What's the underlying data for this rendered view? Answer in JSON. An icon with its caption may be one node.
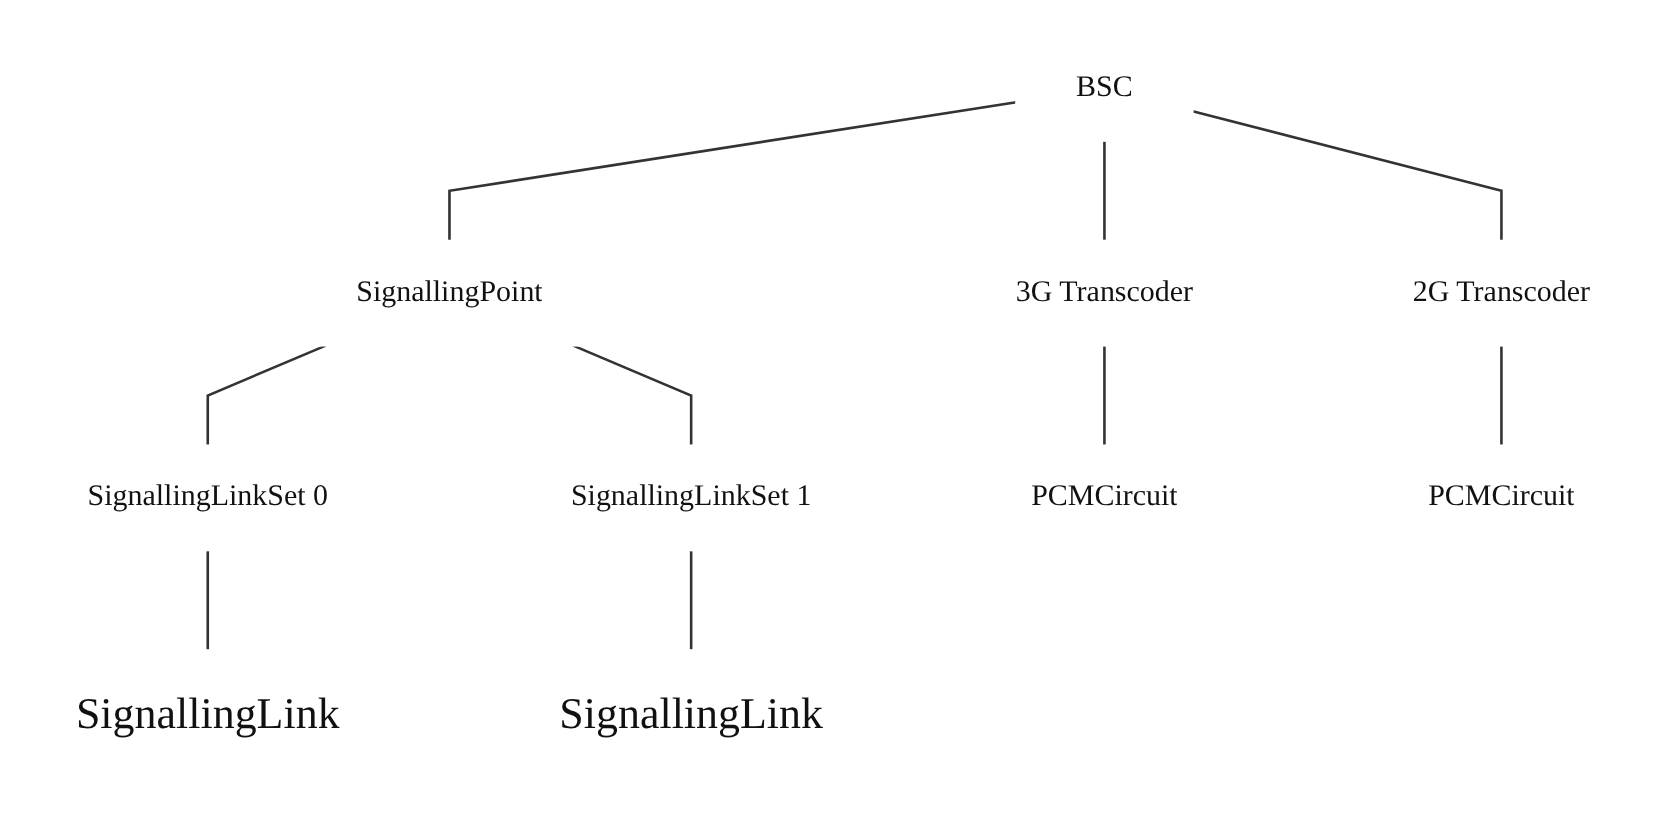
{
  "diagram": {
    "nodes": [
      {
        "text": [
          "BSC"
        ]
      },
      {
        "text": [
          "SignallingPoint"
        ]
      },
      {
        "text": [
          "3G Transcoder"
        ]
      },
      {
        "text": [
          "2G Transcoder"
        ]
      },
      {
        "text": [
          "SignallingLinkSet 0"
        ]
      },
      {
        "text": [
          "SignallingLinkSet 1"
        ]
      },
      {
        "text": [
          "PCMCircuit"
        ]
      },
      {
        "text": [
          "PCMCircuit"
        ]
      },
      {
        "text": [
          "SignallingLink"
        ]
      },
      {
        "text": [
          "SignallingLink"
        ]
      }
    ],
    "edges": [
      {
        "from": 0,
        "to": 1,
        "arrow": "none"
      },
      {
        "from": 0,
        "to": 2,
        "arrow": "none"
      },
      {
        "from": 0,
        "to": 3,
        "arrow": "none"
      },
      {
        "from": 1,
        "to": 4,
        "arrow": "none"
      },
      {
        "from": 1,
        "to": 5,
        "arrow": "none"
      },
      {
        "from": 2,
        "to": 6,
        "arrow": "none"
      },
      {
        "from": 3,
        "to": 7,
        "arrow": "none"
      },
      {
        "from": 4,
        "to": 8,
        "arrow": "none"
      },
      {
        "from": 5,
        "to": 9,
        "arrow": "none"
      }
    ]
  }
}
